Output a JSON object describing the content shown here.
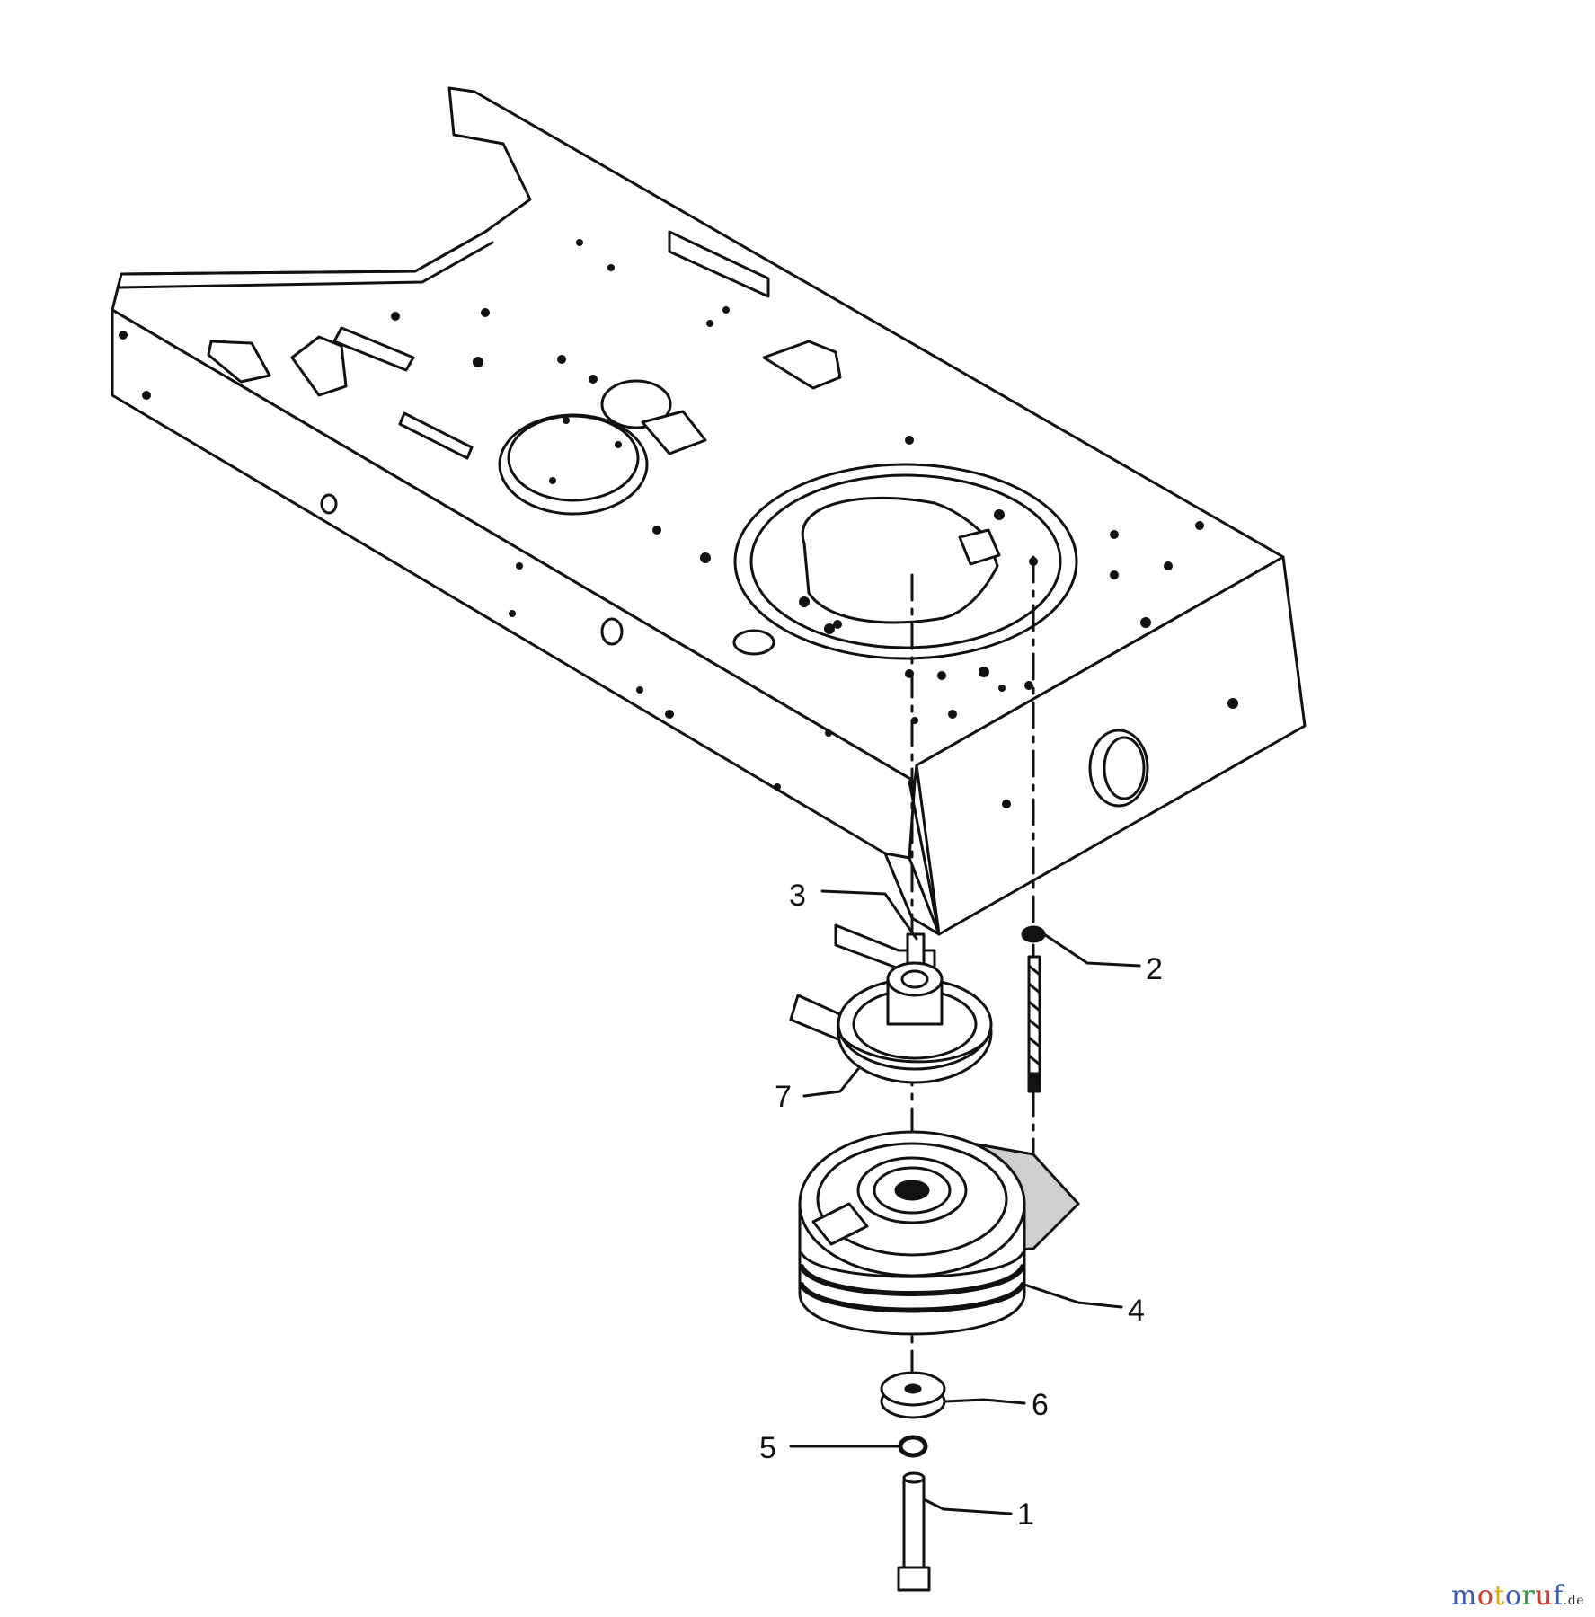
{
  "callouts": [
    {
      "id": "1",
      "label": "1"
    },
    {
      "id": "2",
      "label": "2"
    },
    {
      "id": "3",
      "label": "3"
    },
    {
      "id": "4",
      "label": "4"
    },
    {
      "id": "5",
      "label": "5"
    },
    {
      "id": "6",
      "label": "6"
    },
    {
      "id": "7",
      "label": "7"
    }
  ],
  "watermark": {
    "parts": [
      {
        "text": "m",
        "color": "#3b5bb5"
      },
      {
        "text": "o",
        "color": "#d23a2a"
      },
      {
        "text": "t",
        "color": "#e0a81a"
      },
      {
        "text": "o",
        "color": "#3b5bb5"
      },
      {
        "text": "r",
        "color": "#2e9b3c"
      },
      {
        "text": "u",
        "color": "#d23a2a"
      },
      {
        "text": "f",
        "color": "#3b5bb5"
      }
    ],
    "tld": ".de"
  },
  "colors": {
    "line": "#111111",
    "fill": "#ffffff",
    "shade": "#cfcfcf"
  }
}
